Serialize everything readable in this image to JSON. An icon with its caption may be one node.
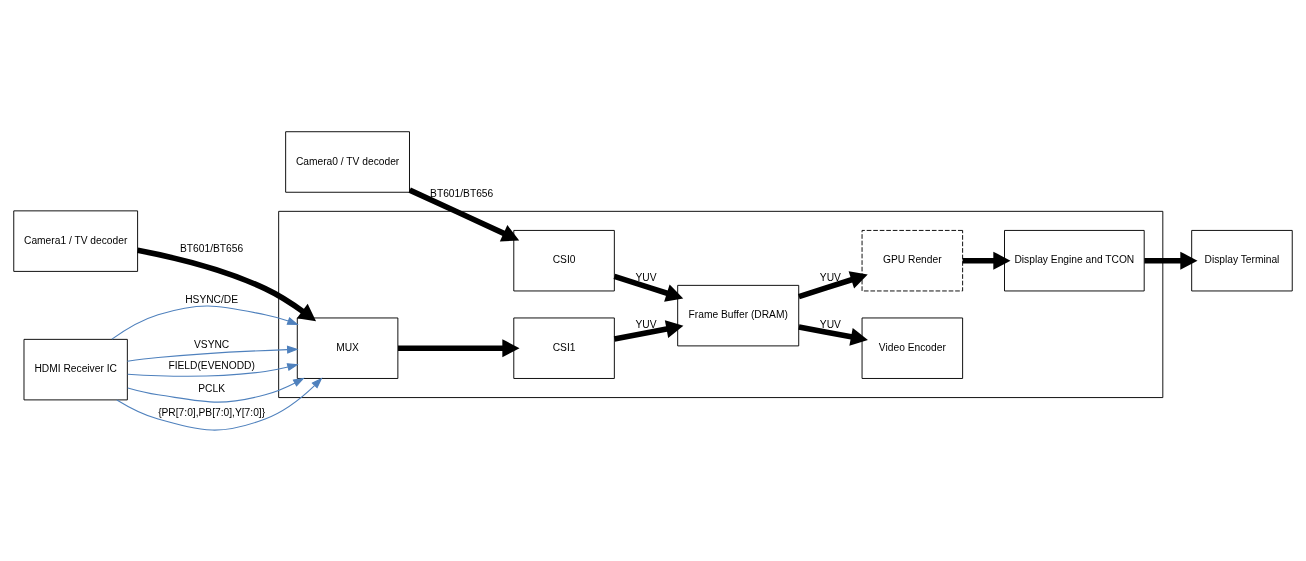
{
  "diagram": {
    "nodes": [
      {
        "text": [
          "Camera0 / TV decoder"
        ]
      },
      {
        "text": [
          "Camera1 / TV decoder"
        ]
      },
      {
        "text": [
          "HDMI Receiver IC"
        ]
      },
      {
        "text": [],
        "shape": "box"
      },
      {
        "text": [
          "CSI0"
        ],
        "in": 3
      },
      {
        "text": [
          "MUX"
        ],
        "in": 3
      },
      {
        "text": [
          "CSI1"
        ],
        "in": 3
      },
      {
        "text": [
          "Frame Buffer (DRAM)"
        ],
        "in": 3
      },
      {
        "text": [
          "Video Encoder"
        ],
        "in": 3
      },
      {
        "text": [
          "GPU Render"
        ],
        "in": 3
      },
      {
        "text": [
          "Display Engine and TCON"
        ],
        "in": 3
      },
      {
        "text": [
          "Display Terminal"
        ]
      }
    ],
    "edges": [
      {
        "from": 0,
        "to": 4,
        "arrow": "to",
        "label": "BT601/BT656"
      },
      {
        "from": 1,
        "to": 5,
        "arrow": "to",
        "label": "BT601/BT656"
      },
      {
        "from": 5,
        "to": 6,
        "arrow": "to"
      },
      {
        "from": 4,
        "to": 7,
        "arrow": "to",
        "label": "YUV"
      },
      {
        "from": 6,
        "to": 7,
        "arrow": "to",
        "label": "YUV"
      },
      {
        "from": 7,
        "to": 8,
        "arrow": "to",
        "label": "YUV"
      },
      {
        "from": 7,
        "to": 9,
        "arrow": "to",
        "label": "YUV"
      },
      {
        "from": 9,
        "to": 10,
        "arrow": "to"
      },
      {
        "from": 10,
        "to": 11,
        "arrow": "to"
      },
      {
        "from": 2,
        "to": 5,
        "arrow": "to",
        "label": "HSYNC/DE",
        "color": "#4f81bd"
      },
      {
        "from": 2,
        "to": 5,
        "arrow": "to",
        "label": "VSYNC",
        "color": "#4f81bd"
      },
      {
        "from": 2,
        "to": 5,
        "arrow": "to",
        "label": "FIELD(EVENODD)",
        "color": "#4f81bd"
      },
      {
        "from": 2,
        "to": 5,
        "arrow": "to",
        "label": "PCLK",
        "color": "#4f81bd"
      },
      {
        "from": 2,
        "to": 5,
        "arrow": "to",
        "label": "{PR[7:0],PB[7:0],Y[7:0]}",
        "color": "#4f81bd"
      }
    ]
  }
}
